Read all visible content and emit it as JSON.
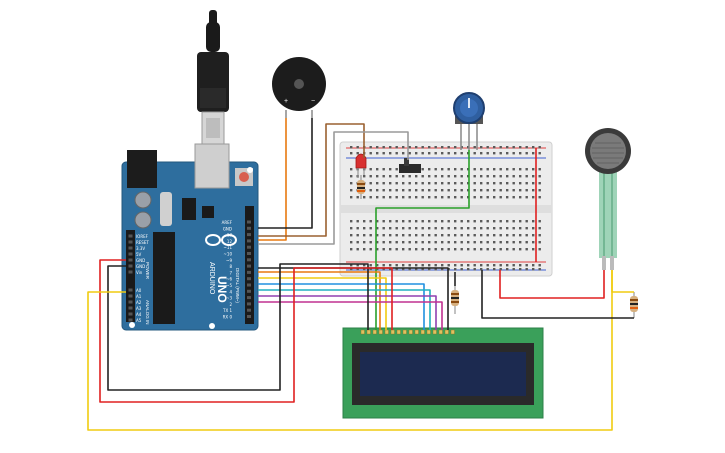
{
  "arduino": {
    "model": "UNO",
    "brand": "ARDUINO",
    "power_header": "POWER",
    "analog_header": "ANALOG IN",
    "digital_header": "DIGITAL (PWM~)",
    "digital_pins": [
      "AREF",
      "GND",
      "13",
      "12",
      "~11",
      "~10",
      "~9",
      "8",
      "7",
      "~6",
      "~5",
      "4",
      "~3",
      "2",
      "TX 1",
      "RX 0"
    ],
    "power_pins": [
      "IOREF",
      "RESET",
      "3.3V",
      "5V",
      "GND",
      "GND",
      "Vin"
    ],
    "analog_pins": [
      "A0",
      "A1",
      "A2",
      "A3",
      "A4",
      "A5"
    ]
  },
  "piezo": {
    "plus": "+",
    "minus": "−"
  },
  "colors": {
    "board": "#2e6e9e",
    "wire_orange": "#e87a10",
    "wire_black": "#222222",
    "wire_red": "#e02020",
    "wire_yellow": "#f0cc10",
    "wire_green": "#2aa02a",
    "wire_brown": "#9a6030",
    "wire_gray": "#9a9a9a",
    "wire_blue": "#2090e0",
    "wire_cyan": "#20b0c0",
    "wire_purple": "#9040b0",
    "wire_magenta": "#c03090",
    "lcd_pcb": "#3aa05a",
    "lcd_screen": "#1c2a50"
  },
  "components": [
    "arduino-uno",
    "usb-cable",
    "piezo-buzzer",
    "breadboard",
    "potentiometer",
    "red-led",
    "resistor",
    "slide-switch",
    "force-sensor",
    "lcd-16x2"
  ]
}
